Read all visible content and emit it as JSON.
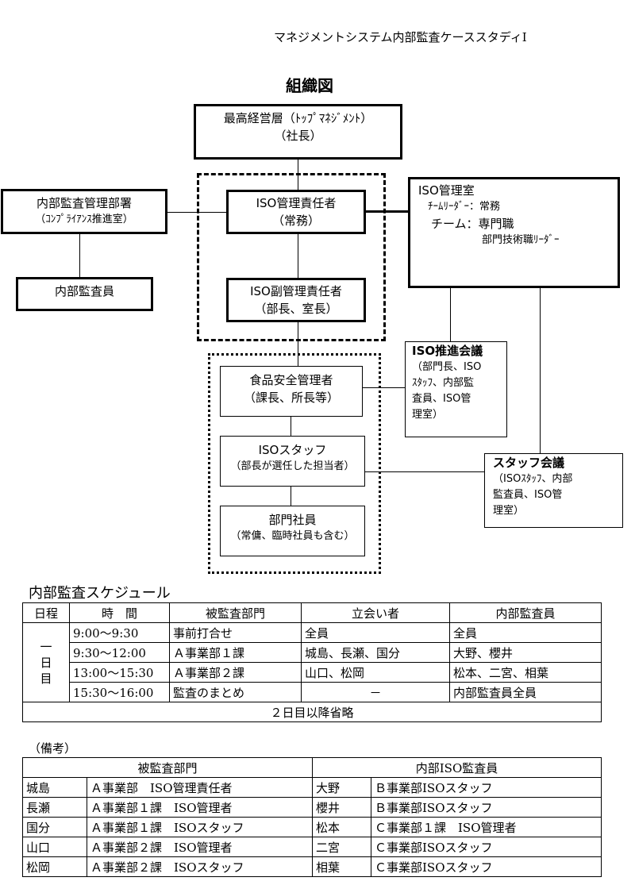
{
  "header": {
    "doc_title": "マネジメントシステム内部監査ケーススタディⅠ"
  },
  "org_chart": {
    "title": "組織図",
    "top": {
      "line1": "最高経営層（ﾄｯﾌﾟﾏﾈｼﾞﾒﾝﾄ）",
      "line2": "（社長）"
    },
    "iso_manager": {
      "line1": "ISO管理責任者",
      "line2": "（常務）"
    },
    "iso_sub_manager": {
      "line1": "ISO副管理責任者",
      "line2": "（部長、室長）"
    },
    "audit_dept": {
      "line1": "内部監査管理部署",
      "line2": "（ｺﾝﾌﾟﾗｲｱﾝｽ推進室）"
    },
    "auditor": {
      "line1": "内部監査員"
    },
    "iso_office": {
      "line1": "ISO管理室",
      "line2": "ﾁｰﾑﾘｰﾀﾞｰ：常務",
      "line3": "チーム：専門職",
      "line4": "部門技術職ﾘｰﾀﾞｰ"
    },
    "food_safety": {
      "line1": "食品安全管理者",
      "line2": "（課長、所長等）"
    },
    "iso_staff": {
      "line1": "ISOスタッフ",
      "line2": "（部長が選任した担当者）"
    },
    "dept_staff": {
      "line1": "部門社員",
      "line2": "（常傭、臨時社員も含む）"
    },
    "promotion_meeting": {
      "line1": "ISO推進会議",
      "line2": "（部門長、ISO",
      "line3": "ｽﾀｯﾌ、内部監",
      "line4": "査員、ISO管",
      "line5": "理室）"
    },
    "staff_meeting": {
      "line1": "スタッフ会議",
      "line2": "（ISOｽﾀｯﾌ、内部",
      "line3": "監査員、ISO管",
      "line4": "理室）"
    }
  },
  "schedule": {
    "title": "内部監査スケジュール",
    "headers": [
      "日程",
      "時　間",
      "被監査部門",
      "立会い者",
      "内部監査員"
    ],
    "day_label": "一\n日\n目",
    "rows": [
      [
        "9:00～9:30",
        "事前打合せ",
        "全員",
        "全員"
      ],
      [
        "9:30～12:00",
        "Ａ事業部１課",
        "城島、長瀬、国分",
        "大野、櫻井"
      ],
      [
        "13:00～15:30",
        "Ａ事業部２課",
        "山口、松岡",
        "松本、二宮、相葉"
      ],
      [
        "15:30～16:00",
        "監査のまとめ",
        "－",
        "内部監査員全員"
      ]
    ],
    "footer": "２日目以降省略"
  },
  "remarks": {
    "title": "（備考）",
    "headers": [
      "被監査部門",
      "内部ISO監査員"
    ],
    "rows": [
      [
        "城島",
        "Ａ事業部　ISO管理責任者",
        "大野",
        "Ｂ事業部ISOスタッフ"
      ],
      [
        "長瀬",
        "Ａ事業部１課　ISO管理者",
        "櫻井",
        "Ｂ事業部ISOスタッフ"
      ],
      [
        "国分",
        "Ａ事業部１課　ISOスタッフ",
        "松本",
        "Ｃ事業部１課　ISO管理者"
      ],
      [
        "山口",
        "Ａ事業部２課　ISO管理者",
        "二宮",
        "Ｃ事業部ISOスタッフ"
      ],
      [
        "松岡",
        "Ａ事業部２課　ISOスタッフ",
        "相葉",
        "Ｃ事業部ISOスタッフ"
      ]
    ]
  }
}
